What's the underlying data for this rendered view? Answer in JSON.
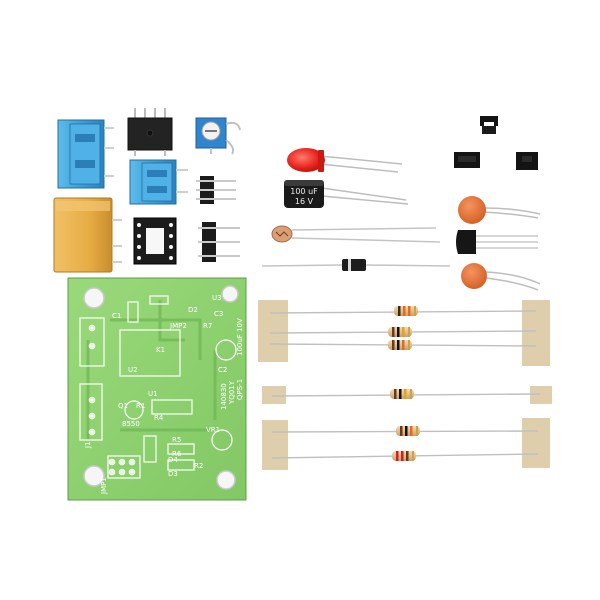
{
  "pcb": {
    "labels": {
      "j1": "J1",
      "jmp1": "JMP1",
      "jmp2": "JMP2",
      "u1": "U1",
      "u2": "U2",
      "u3": "U3",
      "vr1": "VR1",
      "k1": "K1",
      "c1": "C1",
      "c2": "C2",
      "c3": "C3",
      "r1": "R1",
      "r2": "R2",
      "r4": "R4",
      "r5": "R5",
      "r6": "R6",
      "r7": "R7",
      "d2": "D2",
      "d3": "D3",
      "d4": "D4",
      "q1": "Q1",
      "part_no": "8550",
      "board_id": "YQ01Y",
      "board_rev": "QPS-1",
      "board_date": "140830",
      "cap_value": "100uF 10V"
    }
  },
  "capacitor": {
    "value": "100 uF",
    "voltage": "16 V"
  },
  "colors": {
    "pcb_green": "#8fd46e",
    "blue_terminal": "#3a9fd8",
    "relay_yellow": "#e7ad45",
    "led_red": "#e8231c",
    "ceramic_orange": "#e2702f",
    "tape_beige": "#dcc9a3"
  }
}
